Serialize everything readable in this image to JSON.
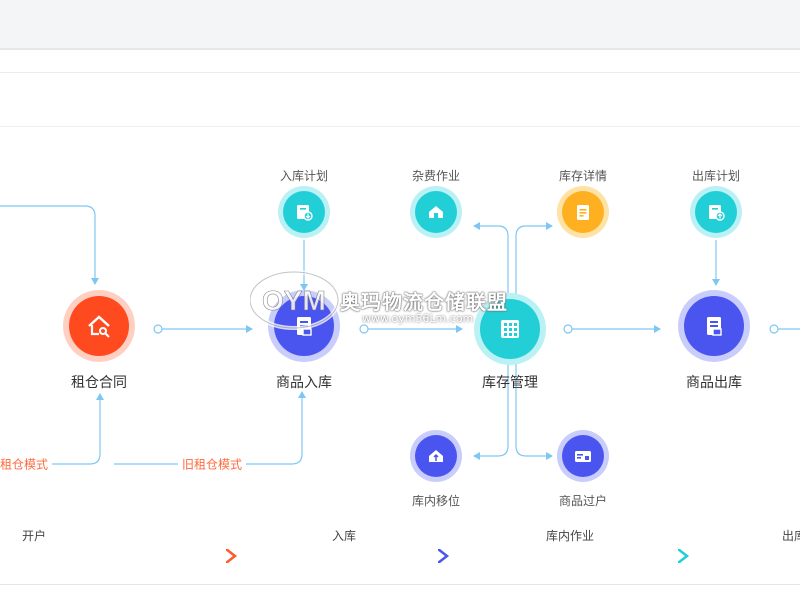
{
  "colors": {
    "orange": "#ff5a2a",
    "indigo": "#4a55f0",
    "cyan": "#22cfd6",
    "amber": "#ffb020",
    "arrow": "#7fc7f2"
  },
  "nodes": {
    "contract": {
      "label": "租仓合同",
      "icon": "house-key-icon"
    },
    "inbound": {
      "label": "商品入库",
      "icon": "document-icon"
    },
    "inventory": {
      "label": "库存管理",
      "icon": "grid-icon"
    },
    "outbound": {
      "label": "商品出库",
      "icon": "document-icon"
    },
    "inbound_plan": {
      "label": "入库计划",
      "icon": "clipboard-download-icon"
    },
    "misc_fee": {
      "label": "杂费作业",
      "icon": "house-icon"
    },
    "stock_detail": {
      "label": "库存详情",
      "icon": "notepad-icon"
    },
    "outbound_plan": {
      "label": "出库计划",
      "icon": "clipboard-upload-icon"
    },
    "in_move": {
      "label": "库内移位",
      "icon": "house-arrow-icon"
    },
    "transfer": {
      "label": "商品过户",
      "icon": "card-icon"
    }
  },
  "modes": {
    "new_mode": "新租仓模式",
    "old_mode": "旧租仓模式"
  },
  "phases": {
    "open": "开户",
    "inbound": "入库",
    "in_warehouse": "库内作业",
    "outbound": "出库"
  },
  "watermark": {
    "text": "奥玛物流仓储联盟",
    "url": "www.oym56Lm.com",
    "logo": "OYM"
  }
}
